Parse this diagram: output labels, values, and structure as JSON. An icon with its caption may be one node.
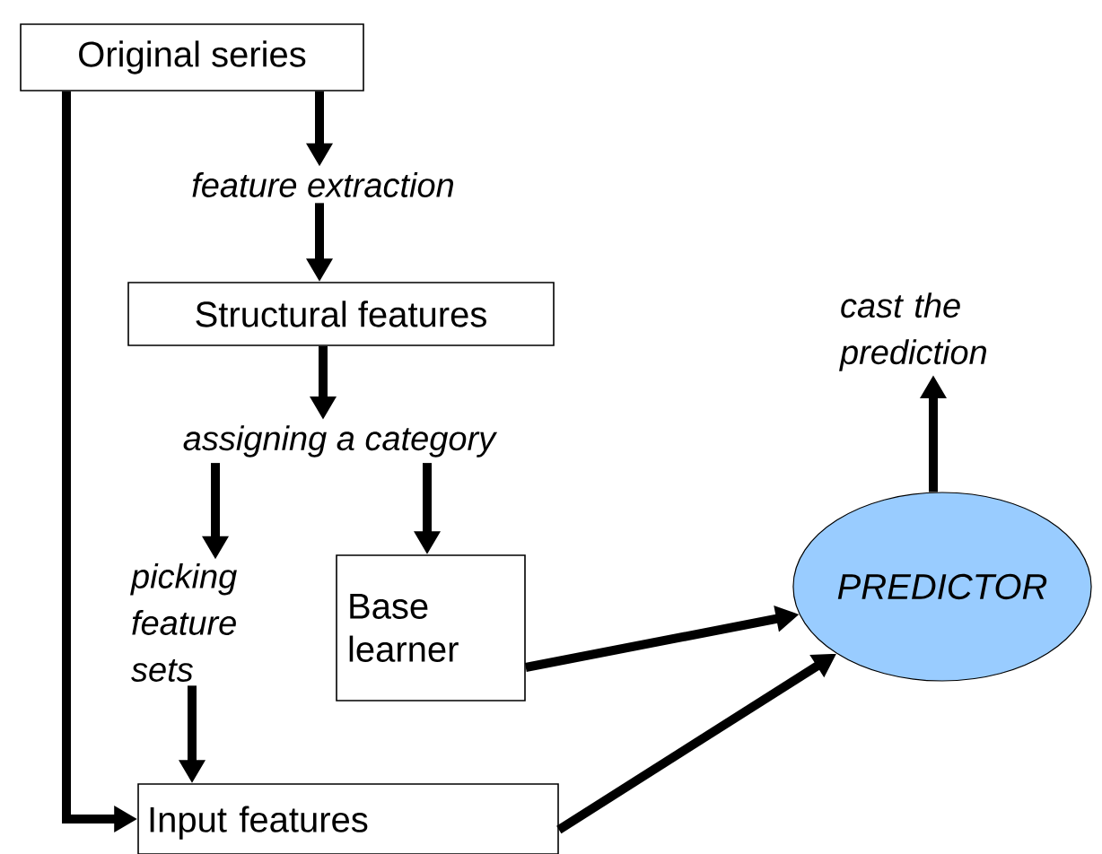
{
  "diagram": {
    "nodes": [
      {
        "text": [
          "Original series"
        ]
      },
      {
        "text": [
          "feature extraction"
        ]
      },
      {
        "text": [
          "Structural features"
        ]
      },
      {
        "text": [
          "assigning a category"
        ]
      },
      {
        "text": [
          "picking feature sets"
        ]
      },
      {
        "text": [
          "Base learner"
        ]
      },
      {
        "text": [
          "Input features"
        ]
      },
      {
        "text": [
          "PREDICTOR"
        ]
      },
      {
        "text": [
          "cast the prediction"
        ]
      }
    ],
    "edges": [
      {
        "from": 0,
        "to": 1,
        "arrow": "to"
      },
      {
        "from": 1,
        "to": 2,
        "arrow": "to"
      },
      {
        "from": 2,
        "to": 3,
        "arrow": "to"
      },
      {
        "from": 3,
        "to": 4,
        "arrow": "to"
      },
      {
        "from": 3,
        "to": 5,
        "arrow": "to"
      },
      {
        "from": 4,
        "to": 6,
        "arrow": "to"
      },
      {
        "from": 0,
        "to": 6,
        "arrow": "to"
      },
      {
        "from": 5,
        "to": 7,
        "arrow": "to"
      },
      {
        "from": 6,
        "to": 7,
        "arrow": "to"
      },
      {
        "from": 7,
        "to": 8,
        "arrow": "to"
      }
    ]
  }
}
